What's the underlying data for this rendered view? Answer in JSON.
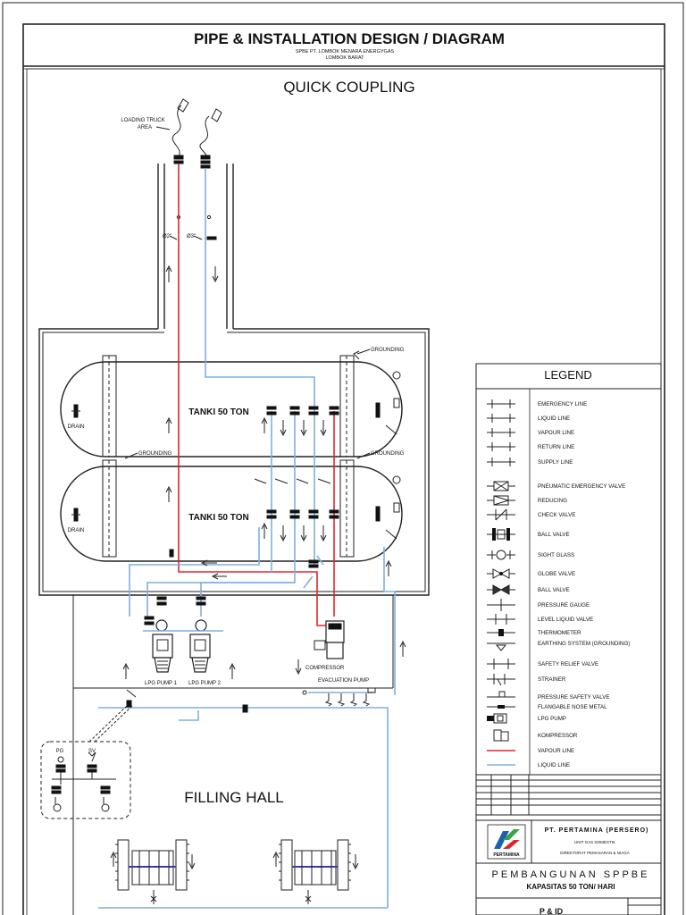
{
  "header": {
    "title": "PIPE & INSTALLATION DESIGN / DIAGRAM",
    "subtitle1": "SPBE PT. LOMBOK MENARA ENERGYGAS",
    "subtitle2": "LOMBOK BARAT"
  },
  "diagram": {
    "quick_coupling": "QUICK COUPLING",
    "loading_truck_1": "LOADING TRUCK",
    "loading_truck_2": "AREA",
    "dim_1": "Ø2\"",
    "dim_2": "Ø3\"",
    "grounding": "GROUNDING",
    "tank_label": "TANKI 50 TON",
    "drain": "DRAIN",
    "compressor": "COMPRESSOR",
    "evacuation_pump": "EVACUATION PUMP",
    "lpg_pump_1": "LPG PUMP 1",
    "lpg_pump_2": "LPG PUMP 2",
    "filling_hall": "FILLING HALL",
    "pg": "PG",
    "sv": "SV"
  },
  "legend": {
    "title": "LEGEND",
    "items": [
      {
        "label": "EMERGENCY LINE",
        "icon": "line-code-icon"
      },
      {
        "label": "LIQUID LINE",
        "icon": "line-code-icon"
      },
      {
        "label": "VAPOUR LINE",
        "icon": "line-code-icon"
      },
      {
        "label": "RETURN LINE",
        "icon": "line-code-icon"
      },
      {
        "label": "SUPPLY LINE",
        "icon": "line-code-icon"
      },
      {
        "label": "PNEUMATIC EMERGENCY VALVE",
        "icon": "pneumatic-valve-icon"
      },
      {
        "label": "REDUCING",
        "icon": "reducing-icon"
      },
      {
        "label": "CHECK VALVE",
        "icon": "check-valve-icon"
      },
      {
        "label": "BALL VALVE",
        "icon": "ball-valve-flanged-icon"
      },
      {
        "label": "SIGHT GLASS",
        "icon": "sight-glass-icon"
      },
      {
        "label": "GLOBE VALVE",
        "icon": "globe-valve-icon"
      },
      {
        "label": "BALL VALVE",
        "icon": "ball-valve-icon"
      },
      {
        "label": "PRESSURE GAUGE",
        "icon": "pressure-gauge-icon"
      },
      {
        "label": "LEVEL LIQUID VALVE",
        "icon": "level-valve-icon"
      },
      {
        "label": "THERMOMETER",
        "icon": "thermometer-icon"
      },
      {
        "label": "EARTHING SYSTEM (GROUNDING)",
        "icon": "earthing-icon"
      },
      {
        "label": "SAFETY RELIEF VALVE",
        "icon": "safety-relief-icon"
      },
      {
        "label": "STRAINER",
        "icon": "strainer-icon"
      },
      {
        "label": "PRESSURE SAFETY VALVE",
        "icon": "pressure-safety-icon"
      },
      {
        "label": "FLANGABLE NOSE METAL",
        "icon": "nose-metal-icon"
      },
      {
        "label": "LPG PUMP",
        "icon": "lpg-pump-icon"
      },
      {
        "label": "KOMPRESSOR",
        "icon": "compressor-icon"
      },
      {
        "label": "VAPOUR LINE",
        "icon": "red-line-icon"
      },
      {
        "label": "LIQUID LINE",
        "icon": "blue-line-icon"
      }
    ]
  },
  "title_block": {
    "company": "PT. PERTAMINA (PERSERO)",
    "unit": "UNIT GAS DOMESTIK",
    "directorate": "DIREKTORAT PEMASARAN & NIAGA",
    "logo_text": "PERTAMINA",
    "project": "PEMBANGUNAN SPPBE",
    "capacity": "KAPASITAS 50 TON/ HARI",
    "drawing": "P & ID"
  },
  "colors": {
    "vapour_line": "#e0262a",
    "liquid_line": "#7fb0dd",
    "outline": "#222222"
  }
}
